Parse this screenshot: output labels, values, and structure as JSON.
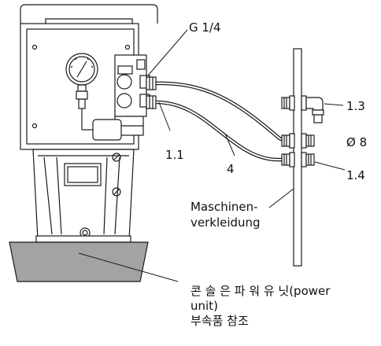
{
  "labels": {
    "g14": "G 1/4",
    "l13": "1.3",
    "l11": "1.1",
    "l4": "4",
    "dia8": "Ø 8",
    "l14": "1.4",
    "panel_line1": "Maschinen-",
    "panel_line2": "verkleidung"
  },
  "note": {
    "line1": "콘 솔 은  파 워 유 닛(power",
    "line2": "unit)",
    "line3": "부속품 참조"
  },
  "colors": {
    "stroke": "#1a1a1a",
    "panel_fill": "#ffffff",
    "console_fill": "#a3a3a3",
    "tank_fill": "#ffffff",
    "text": "#111111"
  }
}
